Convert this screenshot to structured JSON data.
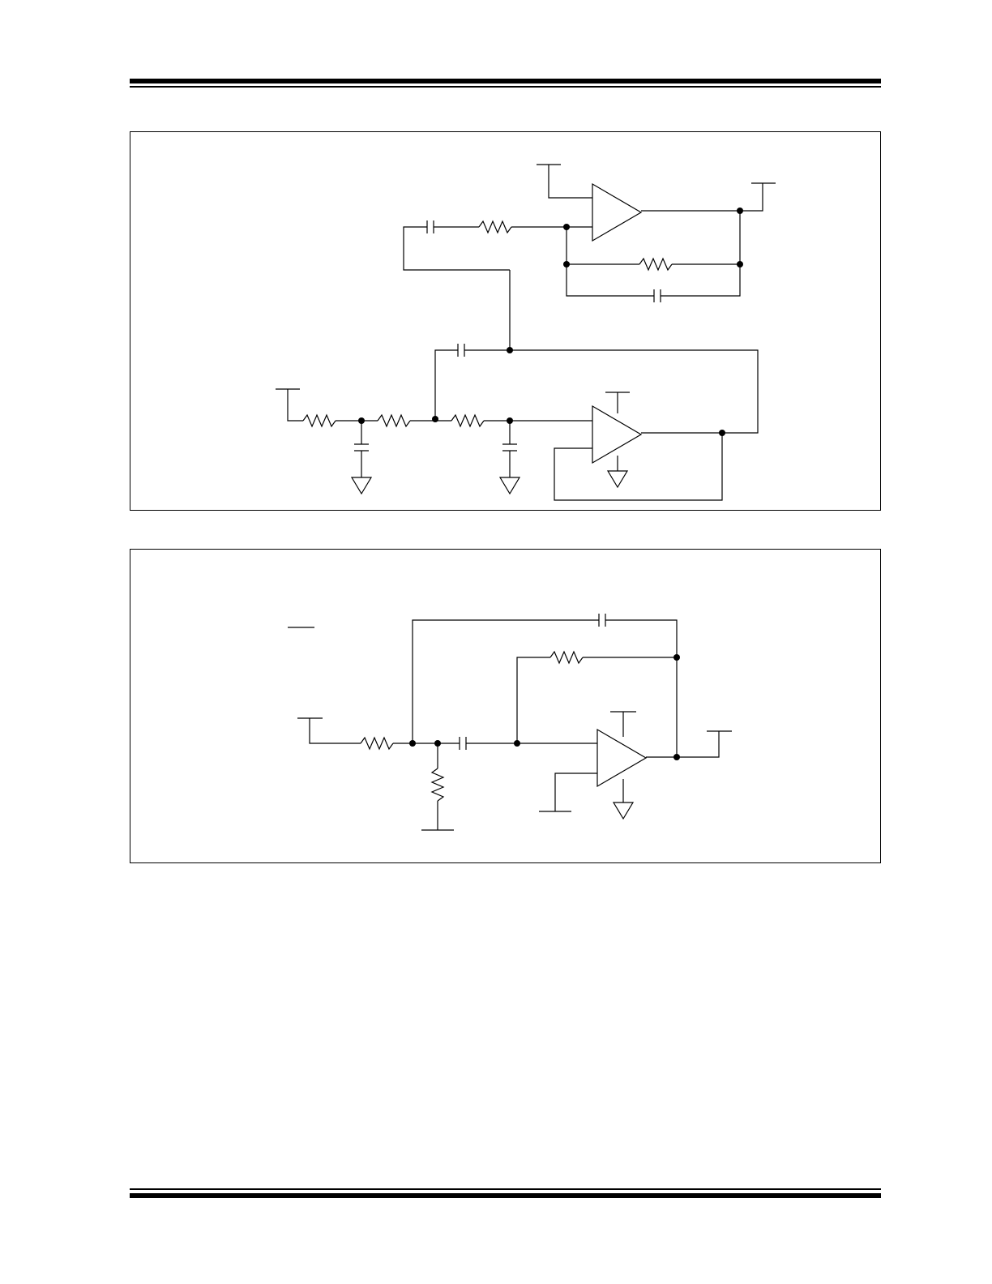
{
  "colors": {
    "ink": "#000000",
    "background": "#ffffff"
  },
  "figures": [
    {
      "id": "figure-1",
      "components": [
        "opamp",
        "opamp",
        "resistor",
        "resistor",
        "resistor",
        "resistor",
        "resistor",
        "capacitor",
        "capacitor",
        "capacitor",
        "capacitor",
        "capacitor",
        "ground",
        "ground",
        "ground"
      ]
    },
    {
      "id": "figure-2",
      "components": [
        "opamp",
        "resistor",
        "resistor",
        "resistor",
        "capacitor",
        "capacitor",
        "ground"
      ]
    }
  ]
}
